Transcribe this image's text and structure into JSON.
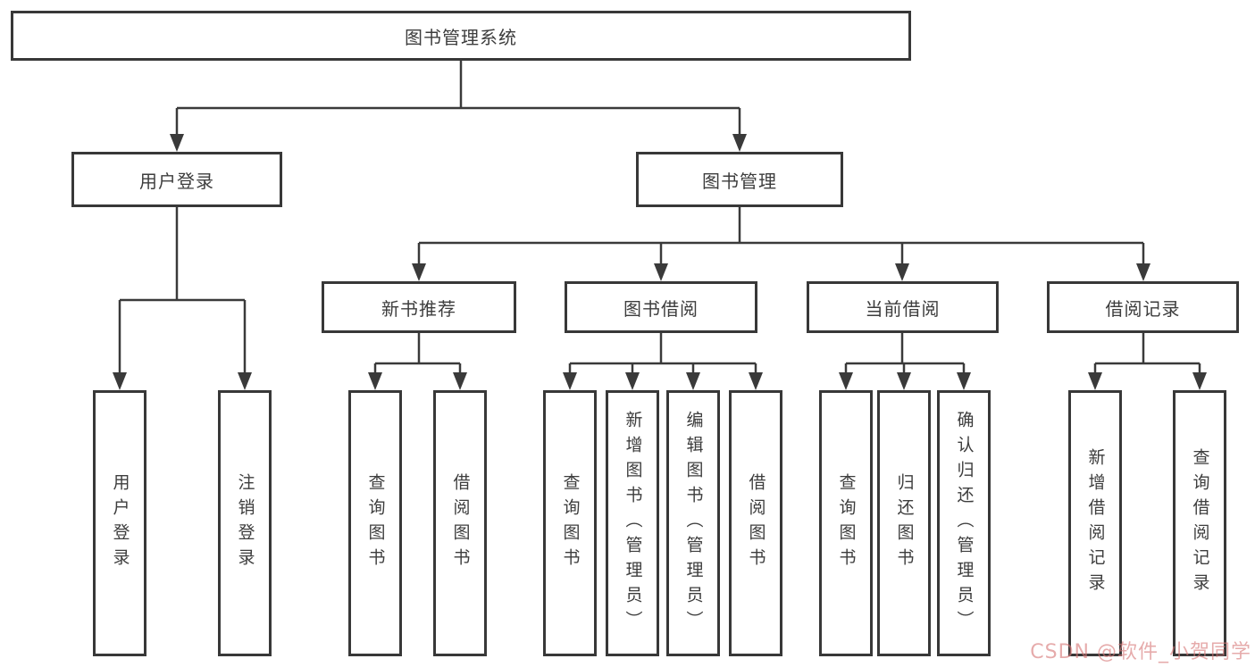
{
  "root": {
    "label": "图书管理系统"
  },
  "user_login": {
    "label": "用户登录",
    "children": [
      {
        "label": "用户登录"
      },
      {
        "label": "注销登录"
      }
    ]
  },
  "book_management": {
    "label": "图书管理",
    "sections": [
      {
        "label": "新书推荐",
        "children": [
          {
            "label": "查询图书"
          },
          {
            "label": "借阅图书"
          }
        ]
      },
      {
        "label": "图书借阅",
        "children": [
          {
            "label": "查询图书"
          },
          {
            "label": "新增图书（管理员）"
          },
          {
            "label": "编辑图书（管理员）"
          },
          {
            "label": "借阅图书"
          }
        ]
      },
      {
        "label": "当前借阅",
        "children": [
          {
            "label": "查询图书"
          },
          {
            "label": "归还图书"
          },
          {
            "label": "确认归还（管理员）"
          }
        ]
      },
      {
        "label": "借阅记录",
        "children": [
          {
            "label": "新增借阅记录"
          },
          {
            "label": "查询借阅记录"
          }
        ]
      }
    ]
  },
  "watermark": {
    "text": "CSDN @软件_小贺同学",
    "color": "#d67878"
  },
  "colors": {
    "line": "#3a3a3a",
    "box_border": "#383838",
    "background": "#ffffff"
  }
}
